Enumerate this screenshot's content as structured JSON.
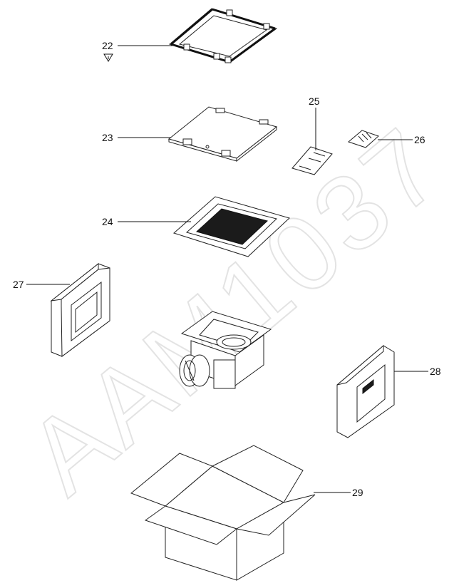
{
  "watermark": "AAM1037",
  "callouts": [
    {
      "id": "22",
      "label": "22"
    },
    {
      "id": "23",
      "label": "23"
    },
    {
      "id": "24",
      "label": "24"
    },
    {
      "id": "25",
      "label": "25"
    },
    {
      "id": "26",
      "label": "26"
    },
    {
      "id": "27",
      "label": "27"
    },
    {
      "id": "28",
      "label": "28"
    },
    {
      "id": "29",
      "label": "29"
    }
  ],
  "warning_symbol": "warning-triangle-icon"
}
